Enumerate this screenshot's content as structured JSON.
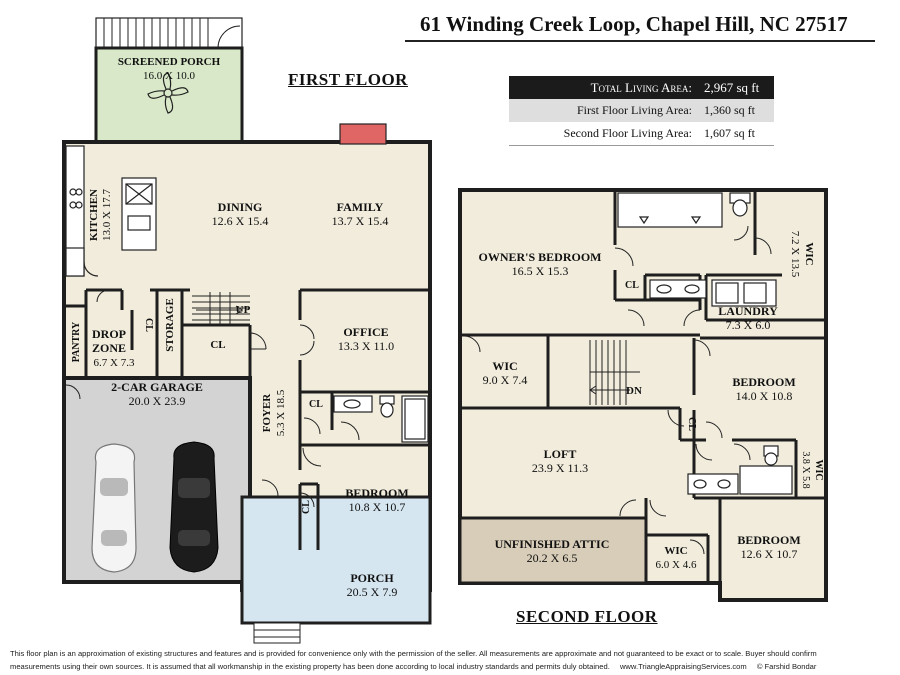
{
  "address": "61 Winding Creek Loop, Chapel Hill, NC 27517",
  "area_summary": {
    "total_label": "Total Living Area:",
    "total_value": "2,967 sq ft",
    "first_label": "First Floor Living Area:",
    "first_value": "1,360 sq ft",
    "second_label": "Second Floor Living Area:",
    "second_value": "1,607 sq ft"
  },
  "first_floor": {
    "title": "FIRST FLOOR",
    "rooms": {
      "screened_porch": {
        "name": "SCREENED PORCH",
        "dim": "16.0 X 10.0"
      },
      "dining": {
        "name": "DINING",
        "dim": "12.6 X 15.4"
      },
      "family": {
        "name": "FAMILY",
        "dim": "13.7 X 15.4"
      },
      "kitchen": {
        "name": "KITCHEN",
        "dim": "13.0 X 17.7"
      },
      "office": {
        "name": "OFFICE",
        "dim": "13.3 X 11.0"
      },
      "pantry": {
        "name": "PANTRY"
      },
      "drop_zone_1": {
        "name": "DROP"
      },
      "drop_zone_2": {
        "name": "ZONE"
      },
      "drop_zone_dim": {
        "dim": "6.7 X 7.3"
      },
      "cl_drop": {
        "name": "CL"
      },
      "storage": {
        "name": "STORAGE"
      },
      "cl_stair": {
        "name": "CL"
      },
      "up": {
        "name": "UP"
      },
      "garage": {
        "name": "2-CAR GARAGE",
        "dim": "20.0 X 23.9"
      },
      "foyer": {
        "name": "FOYER",
        "dim": "5.3 X 18.5"
      },
      "cl_bath": {
        "name": "CL"
      },
      "bedroom": {
        "name": "BEDROOM",
        "dim": "10.8 X 10.7"
      },
      "cl_bed": {
        "name": "CL"
      },
      "porch": {
        "name": "PORCH",
        "dim": "20.5 X 7.9"
      }
    }
  },
  "second_floor": {
    "title": "SECOND FLOOR",
    "rooms": {
      "owners_bedroom": {
        "name": "OWNER'S BEDROOM",
        "dim": "16.5 X 15.3"
      },
      "wic_owner": {
        "name": "WIC",
        "dim": "7.2 X 13.5"
      },
      "cl_owner": {
        "name": "CL"
      },
      "laundry": {
        "name": "LAUNDRY",
        "dim": "7.3 X 6.0"
      },
      "wic_left": {
        "name": "WIC",
        "dim": "9.0 X 7.4"
      },
      "dn": {
        "name": "DN"
      },
      "bedroom2": {
        "name": "BEDROOM",
        "dim": "14.0 X 10.8"
      },
      "cl_hall": {
        "name": "CL"
      },
      "wic_small": {
        "name": "WIC",
        "dim": "3.8 X 5.8"
      },
      "loft": {
        "name": "LOFT",
        "dim": "23.9 X 11.3"
      },
      "attic": {
        "name": "UNFINISHED ATTIC",
        "dim": "20.2 X 6.5"
      },
      "wic_bed3": {
        "name": "WIC",
        "dim": "6.0 X 4.6"
      },
      "bedroom3": {
        "name": "BEDROOM",
        "dim": "12.6 X 10.7"
      }
    }
  },
  "disclaimer_line1": "This floor plan is an approximation of existing structures and features and is provided for convenience only with the permission of the seller.  All measurements are approximate and not guaranteed to be exact or to scale.  Buyer should confirm",
  "disclaimer_line2": "measurements using their own sources.  It is assumed that all workmanship in the existing property has been done according to local industry standards and permits duly obtained.",
  "website": "www.TriangleAppraisingServices.com",
  "copyright": "© Farshid Bondar",
  "colors": {
    "interior": "#f1ecdc",
    "screened_porch": "#d8e8c8",
    "garage": "#d3d3d3",
    "porch": "#d6e6f1",
    "attic": "#d8cdb8",
    "fireplace": "#e06565",
    "wall": "#1e1e1e"
  }
}
